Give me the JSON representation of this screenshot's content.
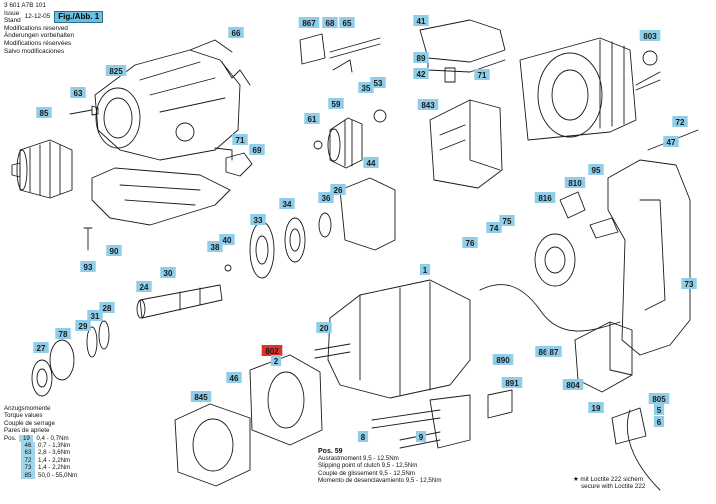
{
  "header": {
    "doc_number": "3 601 A7B 101",
    "issue_label": "Issue",
    "stand_label": "Stand",
    "issue_date": "12-12-05",
    "figure_badge": "Fig./Abb. 1",
    "notices": [
      "Modifications reserved",
      "Änderungen vorbehalten",
      "Modifications réservées",
      "Salvo modificaciones"
    ]
  },
  "torque_box": {
    "titles": [
      "Anzugsmomente",
      "Torque values",
      "Couple de serrage",
      "Pares de apriete"
    ],
    "pos_label": "Pos.",
    "rows": [
      {
        "pos": "19",
        "value": "0,4 - 0,7Nm"
      },
      {
        "pos": "46",
        "value": "0,7 - 1,3Nm"
      },
      {
        "pos": "63",
        "value": "2,8 - 3,6Nm"
      },
      {
        "pos": "72",
        "value": "1,4 - 2,2Nm"
      },
      {
        "pos": "73",
        "value": "1,4 - 2,2Nm"
      },
      {
        "pos": "85",
        "value": "50,0 - 55,0Nm"
      }
    ]
  },
  "pos59_note": {
    "title": "Pos. 59",
    "lines": [
      "Ausrastmoment 9,5 - 12,5Nm",
      "Slipping point of clutch 9,5 - 12,5Nm",
      "Couple de glissement 9,5 - 12,5Nm",
      "Momento de desenclavamiento 9,5 - 12,5Nm"
    ]
  },
  "loctite_note": {
    "star": "★",
    "lines": [
      "mit Loctite 222 sichern",
      "secure with Loctite 222"
    ]
  },
  "colors": {
    "label_fill": "#8fcde8",
    "highlight_fill": "#d9332b",
    "ink": "#1a1a1a"
  },
  "callouts": [
    {
      "label": "825"
    },
    {
      "label": "63"
    },
    {
      "label": "85"
    },
    {
      "label": "66"
    },
    {
      "label": "71"
    },
    {
      "label": "69"
    },
    {
      "label": "90"
    },
    {
      "label": "93"
    },
    {
      "label": "867"
    },
    {
      "label": "68"
    },
    {
      "label": "65"
    },
    {
      "label": "35"
    },
    {
      "label": "53"
    },
    {
      "label": "59"
    },
    {
      "label": "61"
    },
    {
      "label": "41"
    },
    {
      "label": "89"
    },
    {
      "label": "42"
    },
    {
      "label": "71"
    },
    {
      "label": "843"
    },
    {
      "label": "803"
    },
    {
      "label": "47"
    },
    {
      "label": "72"
    },
    {
      "label": "44"
    },
    {
      "label": "26"
    },
    {
      "label": "36"
    },
    {
      "label": "34"
    },
    {
      "label": "33"
    },
    {
      "label": "38"
    },
    {
      "label": "40"
    },
    {
      "label": "30"
    },
    {
      "label": "24"
    },
    {
      "label": "28"
    },
    {
      "label": "31"
    },
    {
      "label": "29"
    },
    {
      "label": "78"
    },
    {
      "label": "27"
    },
    {
      "label": "810"
    },
    {
      "label": "95"
    },
    {
      "label": "816"
    },
    {
      "label": "74"
    },
    {
      "label": "75"
    },
    {
      "label": "76"
    },
    {
      "label": "73"
    },
    {
      "label": "1"
    },
    {
      "label": "20"
    },
    {
      "label": "802"
    },
    {
      "label": "2"
    },
    {
      "label": "46"
    },
    {
      "label": "845"
    },
    {
      "label": "8"
    },
    {
      "label": "9"
    },
    {
      "label": "890"
    },
    {
      "label": "891"
    },
    {
      "label": "86"
    },
    {
      "label": "87"
    },
    {
      "label": "804"
    },
    {
      "label": "19"
    },
    {
      "label": "805"
    },
    {
      "label": "5"
    },
    {
      "label": "6"
    }
  ]
}
